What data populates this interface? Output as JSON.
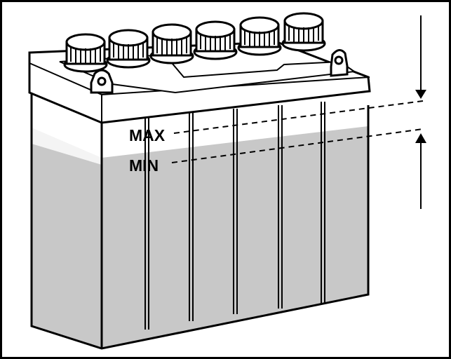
{
  "labels": {
    "max": "MAX",
    "min": "MIN"
  },
  "colors": {
    "line": "#000000",
    "background": "#ffffff",
    "electrolyte": "#c8c8c8",
    "battery_body": "#ffffff"
  },
  "icons": {
    "down_arrow": "arrow-down-icon",
    "up_arrow": "arrow-up-icon",
    "battery": "battery-illustration"
  }
}
